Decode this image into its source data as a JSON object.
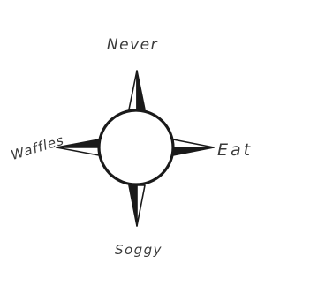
{
  "compass": {
    "north_label": "Never",
    "east_label": "Eat",
    "south_label": "Soggy",
    "west_label": "Waffles"
  },
  "colors": {
    "ink": "#1a1a1a",
    "label_ink": "#3a3a3a",
    "background": "#ffffff"
  }
}
